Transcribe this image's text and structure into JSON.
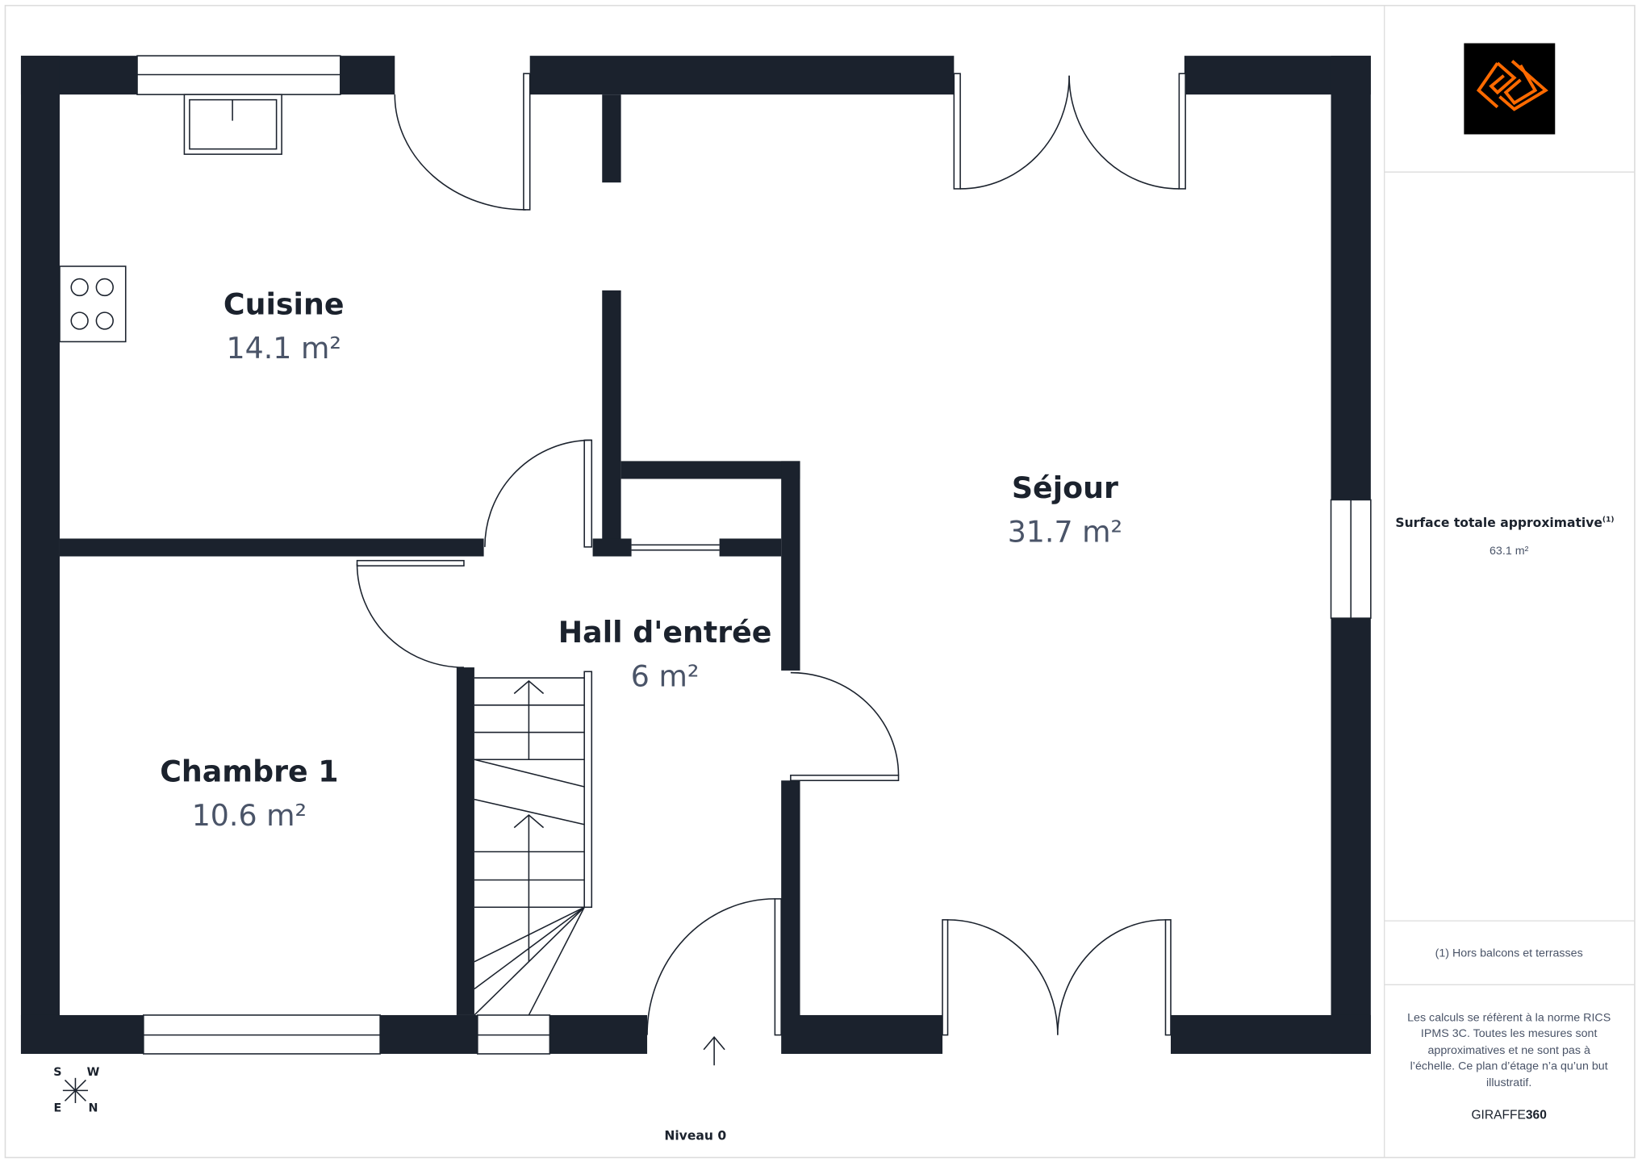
{
  "rooms": [
    {
      "name": "Cuisine",
      "area": "14.1 m²"
    },
    {
      "name": "Séjour",
      "area": "31.7 m²"
    },
    {
      "name": "Hall d'entrée",
      "area": "6 m²"
    },
    {
      "name": "Chambre 1",
      "area": "10.6 m²"
    }
  ],
  "level": "Niveau 0",
  "compass": {
    "s": "S",
    "w": "W",
    "e": "E",
    "n": "N"
  },
  "panel": {
    "total_label": "Surface totale approximative",
    "total_note_mark": "(1)",
    "total_value": "63.1 m²",
    "footnote": "(1) Hors balcons et terrasses",
    "disclaimer_lines": [
      "Les calculs se réfèrent à la norme RICS",
      "IPMS 3C. Toutes les mesures sont",
      "approximatives et ne sont pas à",
      "l’échelle. Ce plan d’étage n’a qu’un but",
      "illustratif."
    ],
    "brand_a": "GIRAFFE",
    "brand_b": "360"
  },
  "colors": {
    "wall": "#1b222d",
    "logo_accent": "#ff6a00",
    "logo_bg": "#000000"
  }
}
